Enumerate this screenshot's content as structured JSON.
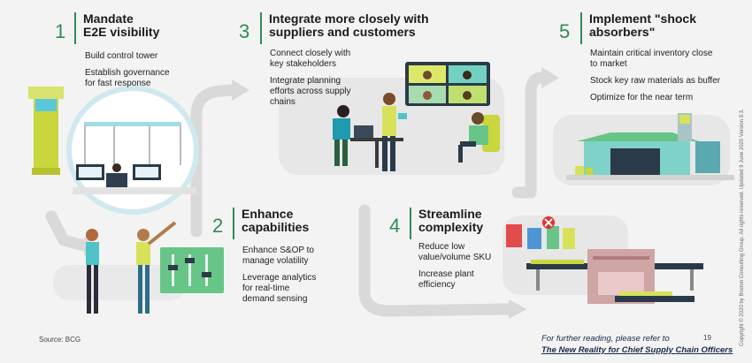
{
  "steps": [
    {
      "number": "1",
      "title": "Mandate\nE2E visibility",
      "bullets": [
        "Build control tower",
        "Establish governance\nfor fast response"
      ]
    },
    {
      "number": "2",
      "title": "Enhance\ncapabilities",
      "bullets": [
        "Enhance S&OP to\nmanage volatility",
        "Leverage analytics\nfor real-time\ndemand sensing"
      ]
    },
    {
      "number": "3",
      "title": "Integrate more closely with\nsuppliers and customers",
      "bullets": [
        "Connect closely with\nkey stakeholders",
        "Integrate planning\nefforts across supply\nchains"
      ]
    },
    {
      "number": "4",
      "title": "Streamline\ncomplexity",
      "bullets": [
        "Reduce low\nvalue/volume SKU",
        "Increase plant\nefficiency"
      ]
    },
    {
      "number": "5",
      "title": "Implement \"shock\nabsorbers\"",
      "bullets": [
        "Maintain critical inventory close\nto market",
        "Stock key raw materials as buffer",
        "Optimize for the near term"
      ]
    }
  ],
  "footer": {
    "source": "Source: BCG",
    "page_number": "19",
    "further_reading": "For further reading, please refer to",
    "link_text": "The New Reality for Chief Supply Chain Officers",
    "copyright": "Copyright © 2020 by Boston Consulting Group. All rights reserved. Updated 9 June 2020 Version 9.3."
  },
  "colors": {
    "accent": "#2e8b57",
    "arrow": "#d6d6d6",
    "tower": "#c9d63c",
    "panel": "#67c587",
    "alert": "#e03030"
  }
}
